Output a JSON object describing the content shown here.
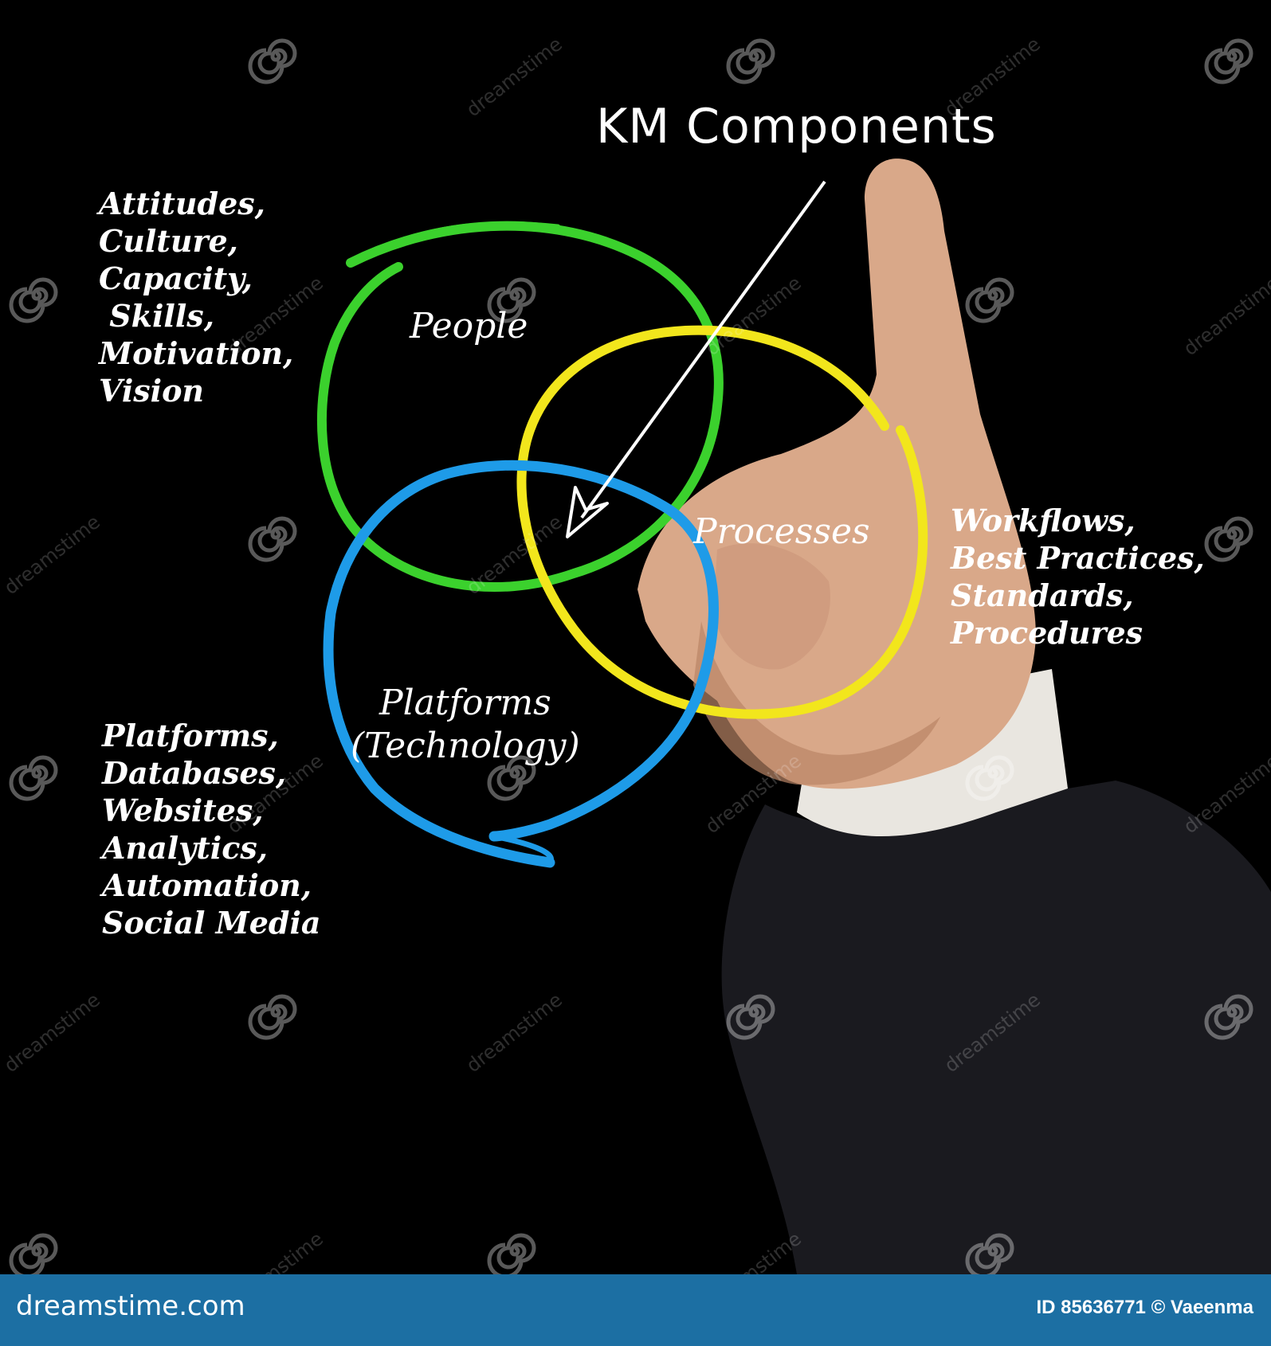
{
  "title": "KM Components",
  "circles": [
    {
      "label": "People",
      "color": "#3bd12d"
    },
    {
      "label": "Processes",
      "color": "#f2e61c"
    },
    {
      "label": "Platforms\n(Technology)",
      "color": "#1e9be8"
    }
  ],
  "people_list": [
    "Attitudes,",
    "Culture,",
    "Capacity,",
    " Skills,",
    "Motivation,",
    "Vision"
  ],
  "processes_list": [
    "Workflows,",
    "Best Practices,",
    "Standards,",
    "Procedures"
  ],
  "platforms_list": [
    "Platforms,",
    "Databases,",
    "Websites,",
    "Analytics,",
    "Automation,",
    "Social Media"
  ],
  "footer": {
    "brand": "dreamstime.com",
    "id_text": "ID 85636771 © Vaeenma",
    "color": "#1c6fa3"
  },
  "watermark": {
    "text": "dreamstime",
    "icon": "dreamstime-spiral-icon"
  },
  "colors": {
    "background": "#000000",
    "text": "#ffffff",
    "arrow": "#ffffff"
  }
}
